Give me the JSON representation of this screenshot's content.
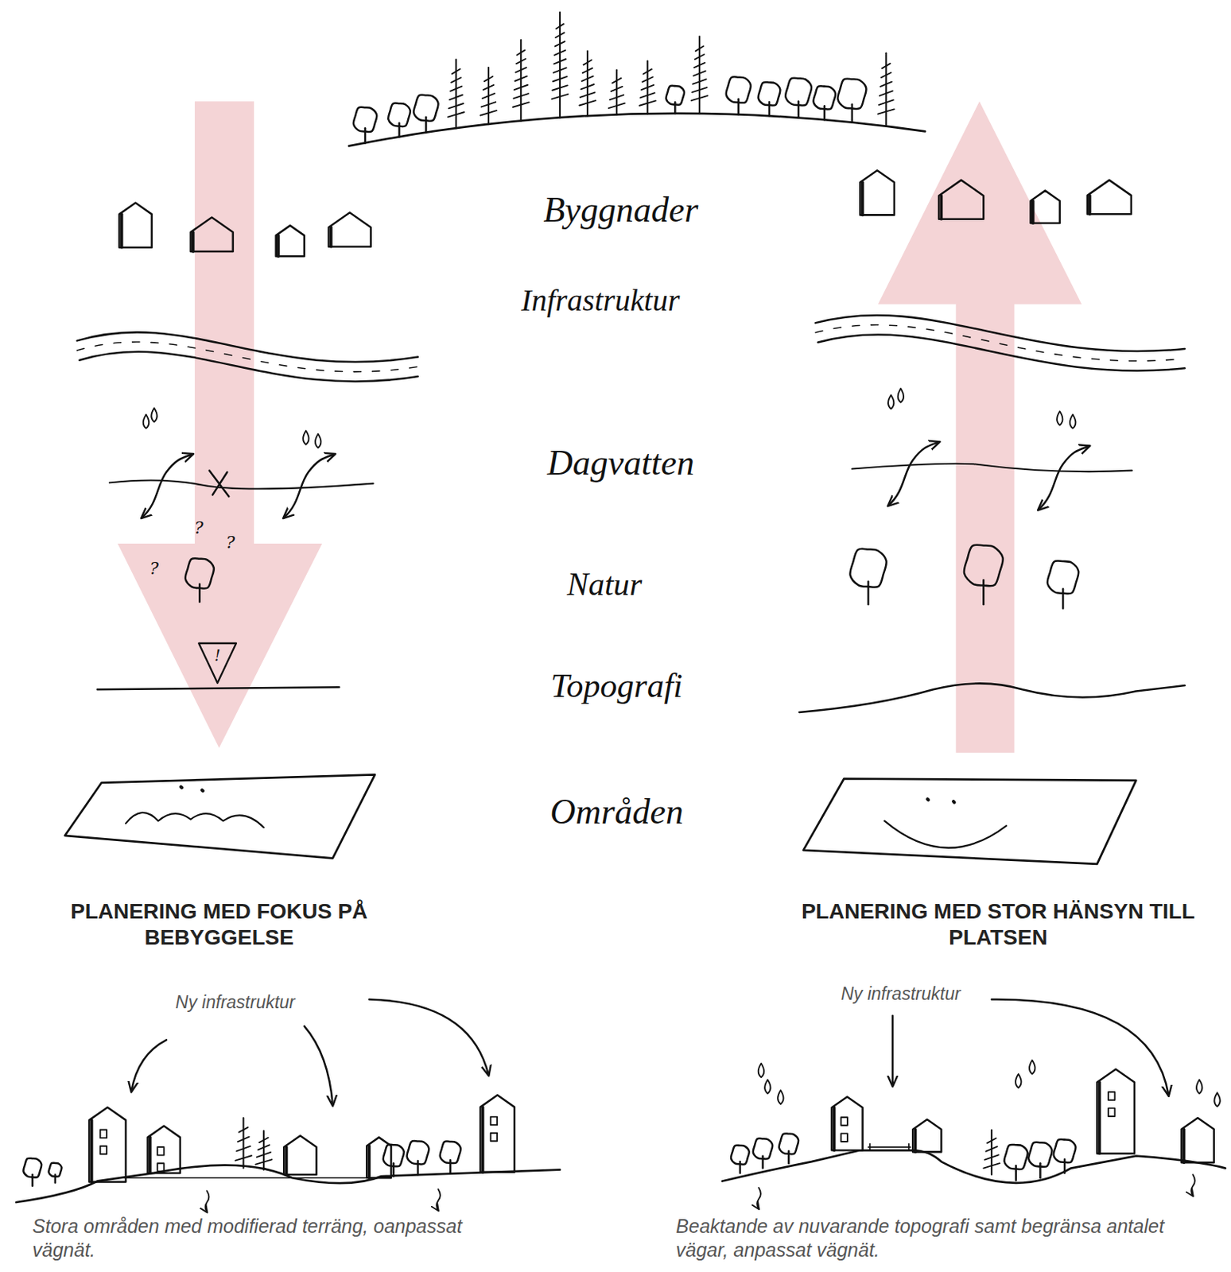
{
  "diagram": {
    "labels": [
      "Byggnader",
      "Infrastruktur",
      "Dagvatten",
      "Natur",
      "Topografi",
      "Områden",
      "?",
      "?",
      "?",
      "!",
      "PLANERING MED FOKUS PÅ BEBYGGELSE",
      "PLANERING MED STOR HÄNSYN TILL PLATSEN",
      "Ny infrastruktur",
      "Ny infrastruktur",
      "Stora områden med modifierad terräng, oanpassat vägnät.",
      "Beaktande av nuvarande topografi samt begränsa antalet vägar, anpassat vägnät."
    ]
  }
}
